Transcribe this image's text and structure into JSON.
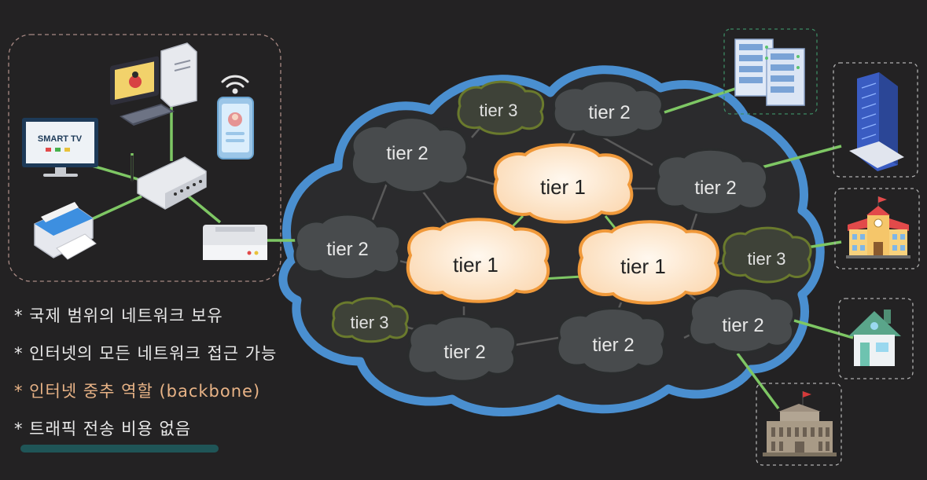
{
  "labels": {
    "tier1": "tier 1",
    "tier2": "tier 2",
    "tier3": "tier 3",
    "smart_tv": "SMART TV"
  },
  "bullets": [
    {
      "text": "* 국제 범위의 네트워크 보유",
      "accent": false
    },
    {
      "text": "* 인터넷의 모든 네트워크 접근 가능",
      "accent": false
    },
    {
      "text": "* 인터넷 중추 역할 (backbone)",
      "accent": true
    },
    {
      "text": "* 트래픽 전송 비용 없음",
      "accent": false
    }
  ],
  "colors": {
    "background": "#232223",
    "cloud_outline": "#4a8fd0",
    "tier1_fill": "#fde6cc",
    "tier1_outline": "#f0993a",
    "tier2_fill": "#484b4d",
    "tier3_fill": "#3e4238",
    "tier3_outline": "#6a7a2d",
    "link_green": "#7ec764",
    "link_gray": "#5a5a5a",
    "accent_text": "#e8b386"
  },
  "icons": [
    "smart-tv-icon",
    "computer-icon",
    "smartphone-icon",
    "wifi-icon",
    "printer-icon",
    "router-icon",
    "modem-icon",
    "server-rack-icon",
    "office-building-icon",
    "school-icon",
    "house-icon",
    "government-building-icon"
  ]
}
